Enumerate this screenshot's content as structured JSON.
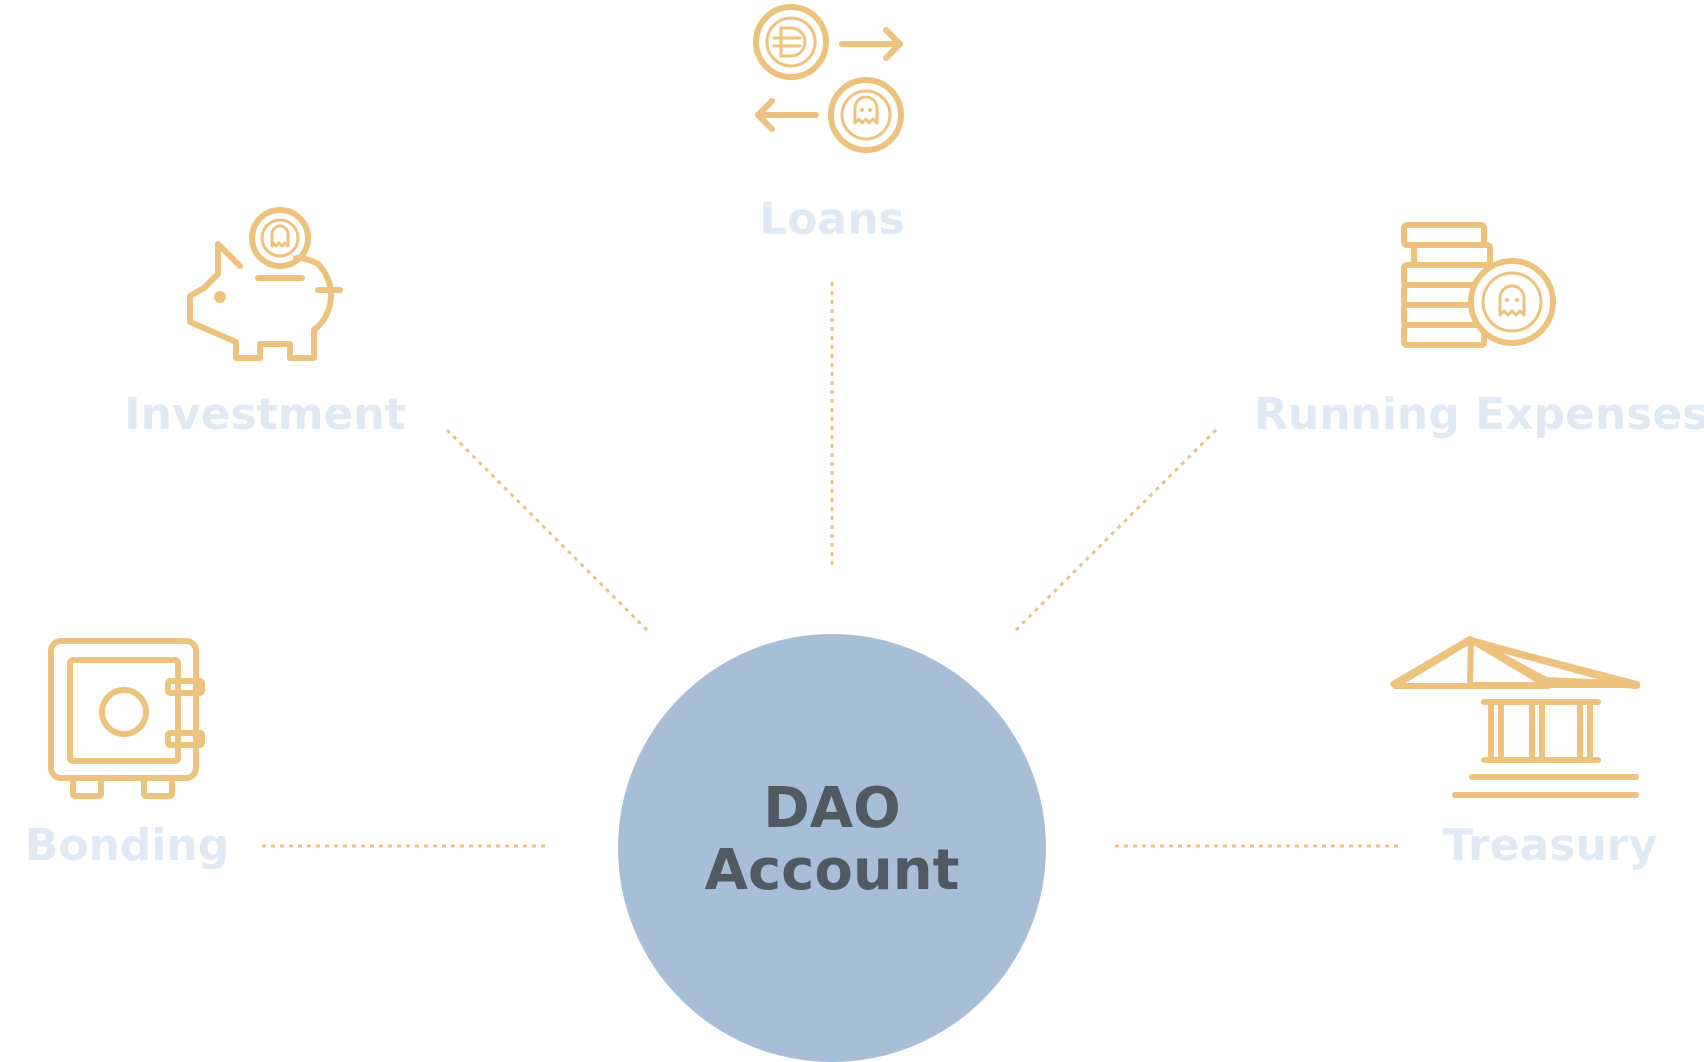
{
  "center": {
    "line1": "DAO",
    "line2": "Account"
  },
  "nodes": [
    {
      "id": "loans",
      "label": "Loans",
      "icon": "coin-exchange-icon"
    },
    {
      "id": "investment",
      "label": "Investment",
      "icon": "piggy-bank-icon"
    },
    {
      "id": "running_expenses",
      "label": "Running Expenses",
      "icon": "coin-stack-icon"
    },
    {
      "id": "bonding",
      "label": "Bonding",
      "icon": "safe-icon"
    },
    {
      "id": "treasury",
      "label": "Treasury",
      "icon": "bank-building-icon"
    }
  ],
  "colors": {
    "icon": "#EDC27C",
    "connector": "#EDC27C",
    "label": "#E1EAF4",
    "center_fill": "#A8BDD6",
    "center_text": "#4F5A63"
  }
}
